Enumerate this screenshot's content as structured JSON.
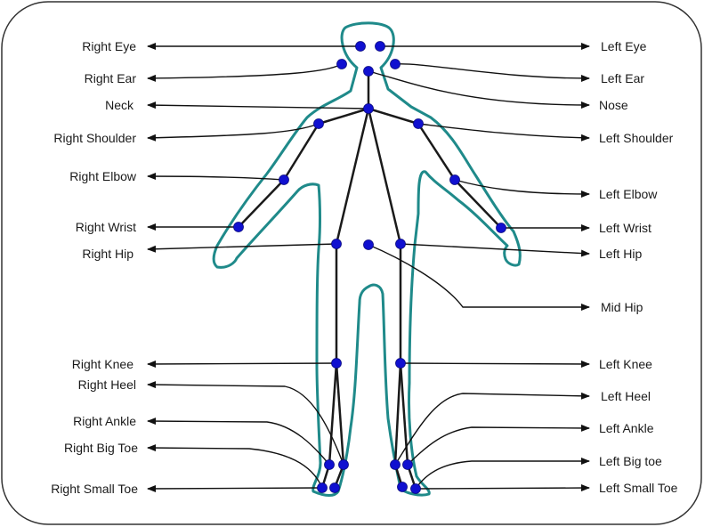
{
  "colors": {
    "outline": "#1f8a8a",
    "frame": "#333333",
    "joint": "#1010d0",
    "bone": "#1a1a1a",
    "arrow": "#111111"
  },
  "labels": {
    "right_eye": "Right Eye",
    "right_ear": "Right Ear",
    "neck": "Neck",
    "right_shoulder": "Right Shoulder",
    "right_elbow": "Right Elbow",
    "right_wrist": "Right Wrist",
    "right_hip": "Right Hip",
    "right_knee": "Right Knee",
    "right_heel": "Right Heel",
    "right_ankle": "Right Ankle",
    "right_big_toe": "Right Big Toe",
    "right_small_toe": "Right Small Toe",
    "left_eye": "Left Eye",
    "left_ear": "Left Ear",
    "nose": "Nose",
    "left_shoulder": "Left Shoulder",
    "left_elbow": "Left Elbow",
    "left_wrist": "Left Wrist",
    "left_hip": "Left Hip",
    "mid_hip": "Mid Hip",
    "left_knee": "Left Knee",
    "left_heel": "Left Heel",
    "left_ankle": "Left Ankle",
    "left_big_toe": "Left Big toe",
    "left_small_toe": "Left Small Toe"
  }
}
